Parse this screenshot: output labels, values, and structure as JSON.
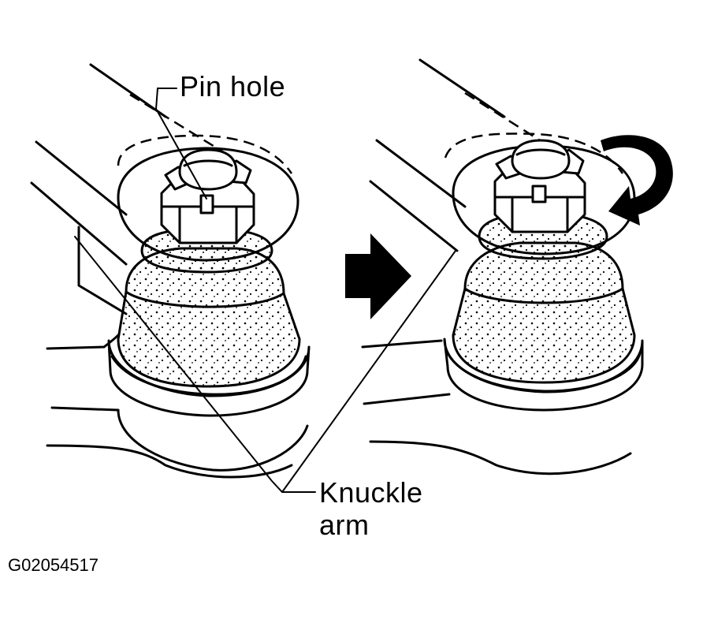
{
  "labels": {
    "pin_hole": "Pin hole",
    "knuckle_arm_line1": "Knuckle",
    "knuckle_arm_line2": "arm",
    "figure_code": "G02054517"
  },
  "colors": {
    "ink": "#000000",
    "paper": "#ffffff"
  },
  "icons": {
    "step_arrow": "right-arrow-icon",
    "rotation_arrow": "clockwise-arrow-icon"
  }
}
